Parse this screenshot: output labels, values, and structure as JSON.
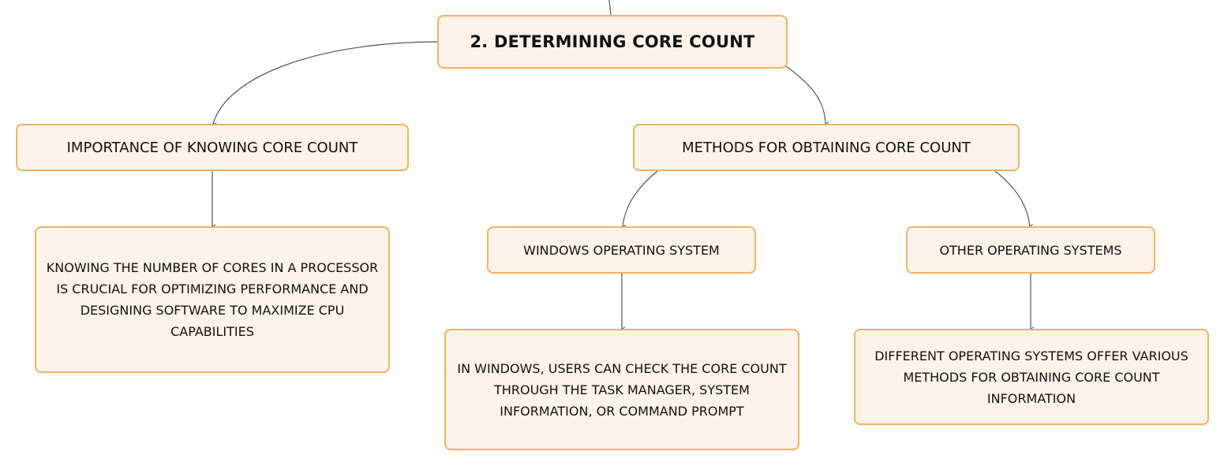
{
  "root": {
    "label": "2. DETERMINING CORE COUNT"
  },
  "branches": {
    "importance": {
      "label": "IMPORTANCE OF KNOWING CORE COUNT",
      "description": "KNOWING THE NUMBER OF CORES IN A PROCESSOR IS CRUCIAL FOR OPTIMIZING PERFORMANCE AND DESIGNING SOFTWARE TO MAXIMIZE CPU CAPABILITIES"
    },
    "methods": {
      "label": "METHODS FOR OBTAINING CORE COUNT",
      "windows": {
        "label": "WINDOWS OPERATING SYSTEM",
        "description": "IN WINDOWS, USERS CAN CHECK THE CORE COUNT THROUGH THE TASK MANAGER, SYSTEM INFORMATION, OR COMMAND PROMPT"
      },
      "other": {
        "label": "OTHER OPERATING SYSTEMS",
        "description": "DIFFERENT OPERATING SYSTEMS OFFER VARIOUS METHODS FOR OBTAINING CORE COUNT INFORMATION"
      }
    }
  },
  "colors": {
    "node_fill": "#fdf3ea",
    "node_border": "#f1b45e",
    "connector": "#555555",
    "text": "#111111"
  }
}
